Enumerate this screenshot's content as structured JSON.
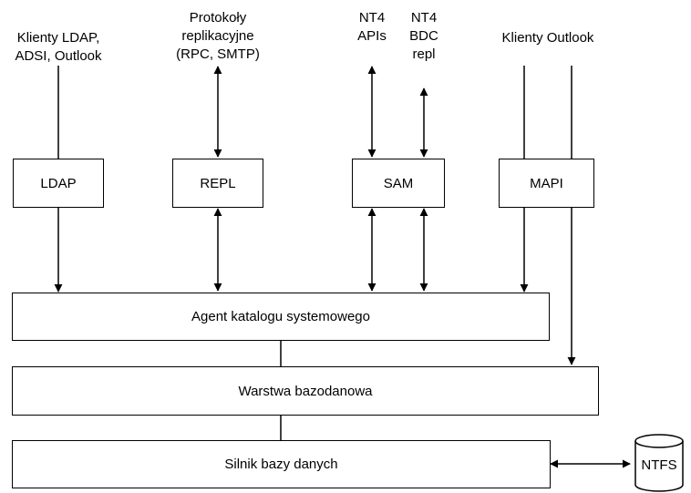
{
  "top_labels": {
    "ldap_clients": [
      "Klienty LDAP,",
      "ADSI, Outlook"
    ],
    "replication_protocols": [
      "Protokoły",
      "replikacyjne",
      "(RPC, SMTP)"
    ],
    "nt4_apis": [
      "NT4",
      "APIs"
    ],
    "nt4_bdc": [
      "NT4",
      "BDC",
      "repl"
    ],
    "outlook_clients": [
      "Klienty Outlook"
    ]
  },
  "boxes": {
    "ldap": "LDAP",
    "repl": "REPL",
    "sam": "SAM",
    "mapi": "MAPI",
    "dsa": "Agent katalogu systemowego",
    "db_layer": "Warstwa bazodanowa",
    "db_engine": "Silnik bazy danych",
    "ntfs": "NTFS"
  },
  "colors": {
    "stroke": "#000000",
    "fill": "#ffffff"
  }
}
